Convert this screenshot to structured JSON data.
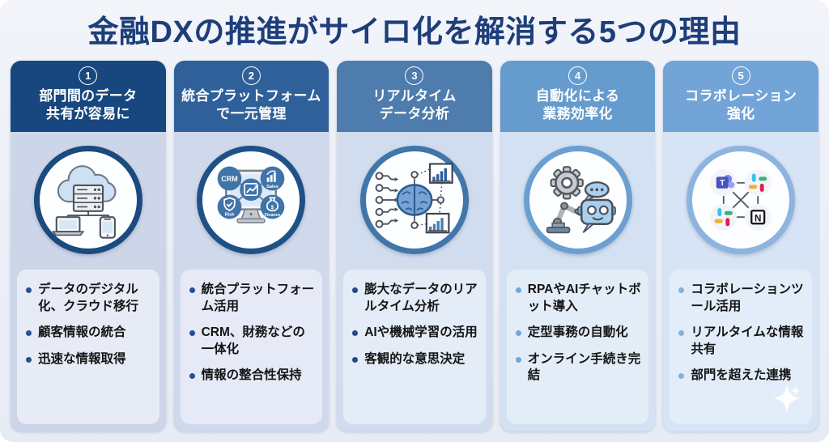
{
  "page": {
    "title": "金融DXの推進がサイロ化を解消する5つの理由"
  },
  "columns": [
    {
      "number": "1",
      "title_line1": "部門間のデータ",
      "title_line2": "共有が容易に",
      "bullets": [
        "データのデジタル化、クラウド移行",
        "顧客情報の統合",
        "迅速な情報取得"
      ],
      "colors": {
        "header": "#17477e",
        "panel": "#cdd6e9",
        "box": "#e7ebf5",
        "ring": "#1a4a7e",
        "dot": "#27508f"
      }
    },
    {
      "number": "2",
      "title_line1": "統合プラットフォーム",
      "title_line2": "で一元管理",
      "bullets": [
        "統合プラットフォーム活用",
        "CRM、財務などの一体化",
        "情報の整合性保持"
      ],
      "icon_labels": {
        "crm": "CRM",
        "sales": "Sales",
        "risk": "Risk",
        "finance": "Finance",
        "currency": "$"
      },
      "colors": {
        "header": "#2f609a",
        "panel": "#cfd9eb",
        "box": "#e5eaf6",
        "ring": "#1f5187",
        "dot": "#27508f"
      }
    },
    {
      "number": "3",
      "title_line1": "リアルタイム",
      "title_line2": "データ分析",
      "bullets": [
        "膨大なデータのリアルタイム分析",
        "AIや機械学習の活用",
        "客観的な意思決定"
      ],
      "colors": {
        "header": "#4d7cad",
        "panel": "#d1ddef",
        "box": "#e4ecf7",
        "ring": "#4076aa",
        "dot": "#1f4c86"
      }
    },
    {
      "number": "4",
      "title_line1": "自動化による",
      "title_line2": "業務効率化",
      "bullets": [
        "RPAやAIチャットボット導入",
        "定型事務の自動化",
        "オンライン手続き完結"
      ],
      "colors": {
        "header": "#669bce",
        "panel": "#d4e1f2",
        "box": "#e3edf8",
        "ring": "#6b9fd2",
        "dot": "#6fa6da"
      }
    },
    {
      "number": "5",
      "title_line1": "コラボレーション",
      "title_line2": "強化",
      "bullets": [
        "コラボレーションツール活用",
        "リアルタイムな情報共有",
        "部門を超えた連携"
      ],
      "icon_letters": {
        "teams": "T",
        "notion": "N"
      },
      "colors": {
        "header": "#72a4d8",
        "panel": "#d7e4f5",
        "box": "#e2edf9",
        "ring": "#8cb4de",
        "dot": "#82b2e0"
      }
    }
  ]
}
